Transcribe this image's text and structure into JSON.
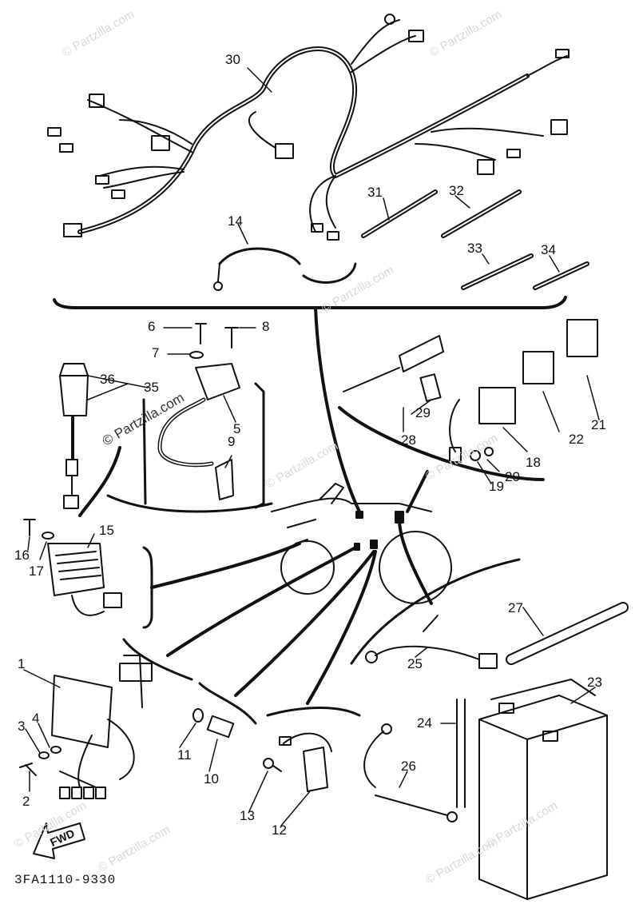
{
  "watermarks": [
    "© Partzilla.com",
    "© Partzilla.com",
    "© Partzilla.com",
    "© Partzilla.com",
    "© Partzilla.com",
    "© Partzilla.com",
    "© Partzilla.com",
    "© Partzilla.com",
    "© Partzilla.com"
  ],
  "center_watermark": "© Partzilla.com",
  "part_code": "3FA1110-9330",
  "fwd_label": "FWD",
  "callouts": [
    "1",
    "2",
    "3",
    "4",
    "5",
    "6",
    "7",
    "8",
    "9",
    "10",
    "11",
    "12",
    "13",
    "14",
    "15",
    "16",
    "17",
    "18",
    "19",
    "20",
    "21",
    "22",
    "23",
    "24",
    "25",
    "26",
    "27",
    "28",
    "29",
    "30",
    "31",
    "32",
    "33",
    "34",
    "35",
    "36"
  ],
  "colors": {
    "line": "#111111",
    "watermark": "#d8d8d8",
    "background": "#ffffff"
  }
}
